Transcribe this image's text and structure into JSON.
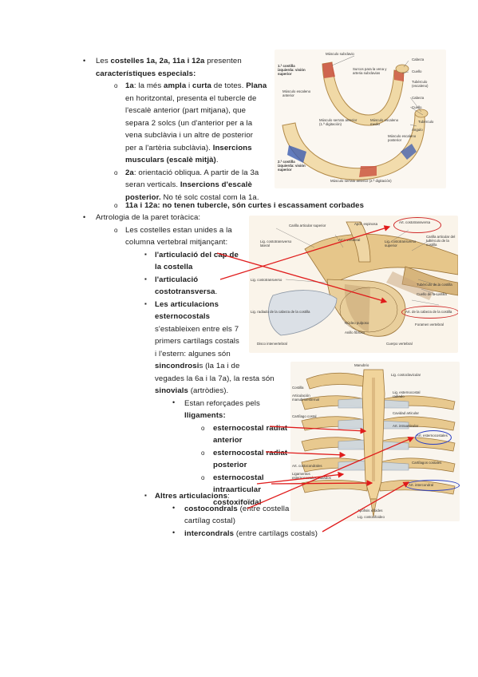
{
  "section1": {
    "bullet_pre": "Les ",
    "bullet_bold": "costelles 1a, 2a, 11a i 12a",
    "bullet_post": " presenten",
    "bullet_line2": "característiques especials:",
    "rib1": {
      "label": "1a",
      "l1_rest": ": la més ",
      "l1_bold": "ampla",
      "l1_mid": " i ",
      "l1_bold2": "curta",
      "l1_end": " de totes. ",
      "l1_bold3": "Plana",
      "l2": "en horitzontal, presenta el tubercle de",
      "l3": "l'escalè anterior (part mitjana), que",
      "l4": "separa 2 solcs (un d'anterior per a la",
      "l5": "vena subclàvia i un altre de posterior",
      "l6_pre": "per a l'artèria subclàvia). ",
      "l6_bold": "Insercions",
      "l7": "musculars (escalè mitjà)",
      "l7_end": "."
    },
    "rib2": {
      "label": "2a",
      "l1_rest": ": orientació obliqua. A partir de la 3a",
      "l2_pre": "seran verticals. ",
      "l2_bold": "Insercions d'escalè",
      "l3_bold": "posterior.",
      "l3_rest": " No té solc costal com la 1a."
    },
    "rib1112": {
      "label": "11a i 12a",
      "rest": ": no tenen tubercle, són curtes i escassament corbades"
    }
  },
  "section2": {
    "bullet": "Artrologia de la paret toràcica:",
    "sub1_l1": "Les costelles estan unides a la",
    "sub1_l2": "columna vertebral mitjançant:",
    "item_a_l1": "l'articulació del cap de",
    "item_a_l2": "la costella",
    "item_b_l1": "l'articulació",
    "item_b_l2": "costotransversa",
    "item_b_end": ".",
    "item_c_l1": "Les articulacions",
    "item_c_l2": "esternocostals",
    "item_c_l3": "s'estableixen entre els 7",
    "item_c_l4": "primers cartílags costals",
    "item_c_l5": "i l'estern: algunes són",
    "item_c_l6_bold": "sincondrosi",
    "item_c_l6_rest": "s (la 1a i de",
    "item_c_l7": "vegades la 6a i la 7a), la resta són",
    "item_c_l8_bold": "sinovials",
    "item_c_l8_rest": " (artròdies).",
    "lig_intro_l1": "Estan reforçades pels",
    "lig_intro_l2": "lligaments:",
    "lig1_l1": "esternocostal radiat",
    "lig1_l2": "anterior",
    "lig2_l1": "esternocostal radiat",
    "lig2_l2": "posterior",
    "lig3_l1": "esternocostal",
    "lig3_l2": "intraarticular",
    "lig3_l3": "costoxifoïdal",
    "other_bold": "Altres articulacions",
    "other_end": ":",
    "cc_bold": "costocondrals",
    "cc_rest": " (entre costella i",
    "cc_l2": "cartílag costal)",
    "ic_bold": "intercondrals",
    "ic_rest": " (entre cartílags costals)"
  },
  "bullets": {
    "disc": "•",
    "circle": "o",
    "square": "▪"
  },
  "figures": {
    "fig1": {
      "labels": [
        "Músculo subclavio",
        "1.ª costilla izquierda: visión superior",
        "Cabeza",
        "Cuello",
        "Surcos para la vena y arteria subclavias",
        "Tubérculo (escaleno)",
        "Músculo escaleno anterior",
        "Cabeza",
        "Cuello",
        "Músculo serrato anterior (1.ª digitación)",
        "Músculo escaleno medio",
        "Tubérculo",
        "Ángulo",
        "Músculo escaleno posterior",
        "2.ª costilla izquierda: visión superior",
        "Músculo serrato anterior (2.ª digitación)"
      ]
    },
    "fig2": {
      "labels": [
        "Carilla articular superior",
        "Apóf. espinosa",
        "Art. costotransversa",
        "Lig. costotransverso lateral",
        "Arco vertebral",
        "Lig. costotransverso superior",
        "Carilla articular del tubérculo de la costilla",
        "Lig. costotransverso",
        "Tubérculo de la costilla",
        "Cuello de la costilla",
        "Lig. radiado de la cabeza de la costilla",
        "Art. de la cabeza de la costilla",
        "Núcleo pulposo",
        "Anillo fibroso",
        "Foramen vertebral",
        "Disco intervertebral",
        "Cuerpo vertebral"
      ]
    },
    "fig3": {
      "labels": [
        "Manubrio",
        "Costilla",
        "Lig. costoclavicular",
        "Articulación manubrioesternal",
        "Cartílago costal",
        "Lig. esternocostal radiado",
        "Cavidad articular",
        "Art. intraarticular",
        "Art. esternocostales",
        "Cartílagos costales",
        "Art. costocondrales",
        "Ligamentos esternocostales radiados",
        "Art. intercondral",
        "Apófisis xifoides",
        "Lig. costoxifoideo"
      ]
    }
  }
}
